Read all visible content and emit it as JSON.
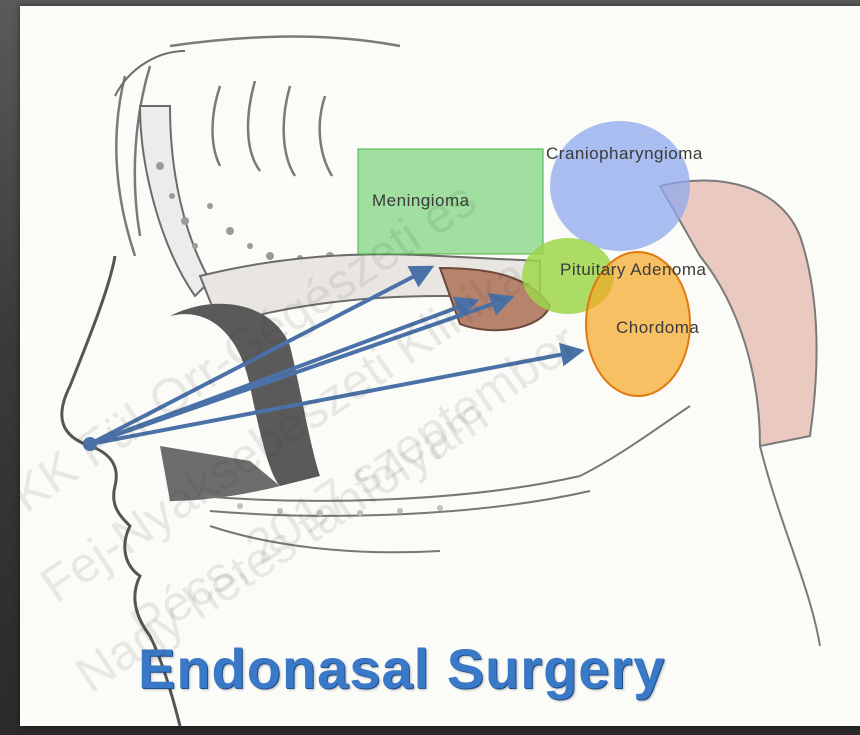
{
  "labels": {
    "craniopharyngioma": "Craniopharyngioma",
    "meningioma": "Meningioma",
    "pituitary_adenoma": "Pituitary Adenoma",
    "chordoma": "Chordoma"
  },
  "title": "Endonasal Surgery",
  "watermark": [
    "KK Fül-Orr-Gégészeti és",
    "Fej-Nyaksebészeti Klinika",
    "Pécs, 2017 szeptember",
    "Nagy hetes tanfolyam"
  ],
  "colors": {
    "meningioma": "#6fcf6f",
    "craniopharyngioma": "#8fa8ee",
    "pituitary_adenoma": "#9ed64a",
    "chordoma": "#f5a623",
    "arrows": "#4a72a8",
    "title": "#3a78c8"
  }
}
